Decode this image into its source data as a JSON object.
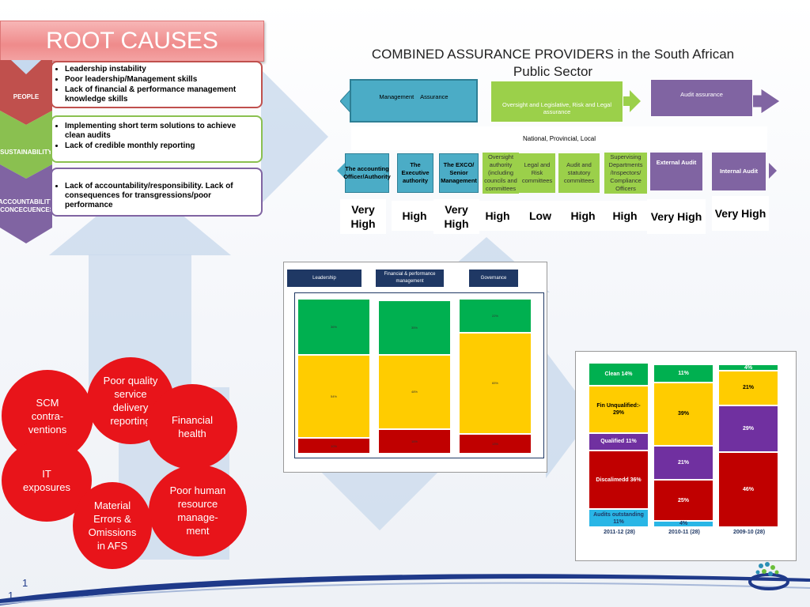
{
  "root_causes": {
    "title": "ROOT CAUSES",
    "rows": [
      {
        "label": "PEOPLE",
        "bullets": [
          "Leadership instability",
          "Poor  leadership/Management skills",
          "Lack of financial & performance management knowledge skills"
        ]
      },
      {
        "label": "SUSTAINABILITY",
        "bullets": [
          "Implementing short term solutions to achieve clean audits",
          "Lack of credible monthly reporting"
        ]
      },
      {
        "label": "ACCOUNTABILITY /CONCECUENCES",
        "bullets": [
          "Lack of accountability/responsibility. Lack of consequences for transgressions/poor performance"
        ]
      }
    ],
    "colors": {
      "people": "#c0504d",
      "sustainability": "#8ac050",
      "accountability": "#8064a2"
    }
  },
  "assurance": {
    "title": "COMBINED ASSURANCE PROVIDERS in the South African Public Sector",
    "top_bar": {
      "management": "Management    Assurance",
      "oversight": "Oversight and Legislative, Risk and Legal assurance",
      "audit": "Audit assurance"
    },
    "level_text": "National, Provincial, Local",
    "providers": [
      {
        "label": "The accounting Officer/Authority",
        "rating": "Very High"
      },
      {
        "label": "The Executive authority",
        "rating": "High"
      },
      {
        "label": "The EXCO/ Senior Management",
        "rating": "Very High"
      },
      {
        "label": "Oversight authority (including councils and committees",
        "rating": "High"
      },
      {
        "label": "Legal and Risk committees",
        "rating": "Low"
      },
      {
        "label": "Audit and statutory committees",
        "rating": "High"
      },
      {
        "label": "Supervising Departments /Inspectors/ Compliance Officers",
        "rating": "High"
      },
      {
        "label": "External Audit",
        "rating": "Very High"
      },
      {
        "label": "Internal Audit",
        "rating": "Very High"
      }
    ],
    "colors": {
      "management": "#4bacc6",
      "oversight": "#9bd04a",
      "audit": "#8064a2"
    }
  },
  "circles": [
    "Poor quality service delivery reporting",
    "SCM contra-ventions",
    "Financial health",
    "IT exposures",
    "Poor human resource manage-ment",
    "Material Errors & Omissions in AFS"
  ],
  "chart_data": [
    {
      "type": "bar",
      "stacked": true,
      "categories": [
        "Leadership",
        "Financial & performance management",
        "Governance"
      ],
      "series": [
        {
          "color": "#c00000",
          "values": [
            10,
            16,
            13
          ]
        },
        {
          "color": "#ffcc00",
          "values": [
            54,
            48,
            65
          ]
        },
        {
          "color": "#00b050",
          "values": [
            36,
            35,
            22
          ]
        }
      ],
      "ylim": [
        0,
        100
      ],
      "data_labels": [
        [
          "10%",
          "54%",
          "36%"
        ],
        [
          "16%",
          "48%",
          "35%"
        ],
        [
          "13%",
          "65%",
          "22%"
        ]
      ]
    },
    {
      "type": "bar",
      "stacked": true,
      "categories": [
        "2011-12 (28)",
        "2010-11 (28)",
        "2009-10 (28)"
      ],
      "series": [
        {
          "name": "Audits outstanding",
          "color": "#29b6e6",
          "values": [
            11,
            4,
            0
          ]
        },
        {
          "name": "Discalimedd",
          "color": "#c00000",
          "values": [
            36,
            25,
            46
          ]
        },
        {
          "name": "Qualified",
          "color": "#7030a0",
          "values": [
            11,
            21,
            29
          ]
        },
        {
          "name": "Fin Unqualified:-",
          "color": "#ffcc00",
          "values": [
            29,
            39,
            21
          ]
        },
        {
          "name": "Clean",
          "color": "#00b050",
          "values": [
            14,
            11,
            4
          ]
        }
      ],
      "ylim": [
        0,
        100
      ],
      "segment_labels": [
        [
          "Audits outstanding 11%",
          "Discalimedd 36%",
          "Qualified 11%",
          "Fin Unqualified:- 29%",
          "Clean 14%"
        ],
        [
          "4%",
          "25%",
          "21%",
          "39%",
          "11%"
        ],
        [
          "",
          "46%",
          "29%",
          "21%",
          "4%"
        ]
      ]
    }
  ],
  "footer": {
    "page_number": "1",
    "page_number_2": "1"
  }
}
